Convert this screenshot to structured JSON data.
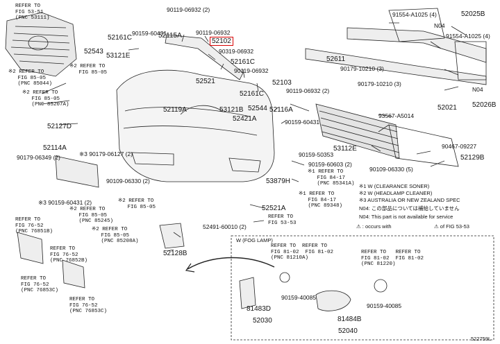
{
  "labels": [
    {
      "id": "p90119_top",
      "text": "90119-06932 (2)"
    },
    {
      "id": "p91554",
      "text": "91554-A1025 (4)"
    },
    {
      "id": "p52025B",
      "text": "52025B"
    },
    {
      "id": "pN04a",
      "text": "N04"
    },
    {
      "id": "p91554b",
      "text": "91554-A1025 (4)"
    },
    {
      "id": "p90159a",
      "text": "90159-60431"
    },
    {
      "id": "p52161Ca",
      "text": "52161C"
    },
    {
      "id": "p52115A",
      "text": "52115A"
    },
    {
      "id": "p90119b",
      "text": "90119-06932"
    },
    {
      "id": "p52102",
      "text": "52102"
    },
    {
      "id": "p52543",
      "text": "52543"
    },
    {
      "id": "p53121E",
      "text": "53121E"
    },
    {
      "id": "p90319",
      "text": "90319-06932"
    },
    {
      "id": "p52611",
      "text": "52611"
    },
    {
      "id": "p52161Cb",
      "text": "52161C"
    },
    {
      "id": "p90179a",
      "text": "90179-10210 (3)"
    },
    {
      "id": "p90119c",
      "text": "90119-06932"
    },
    {
      "id": "pN04b",
      "text": "N04"
    },
    {
      "id": "p52103",
      "text": "52103"
    },
    {
      "id": "p90179b",
      "text": "90179-10210 (3)"
    },
    {
      "id": "p52026B",
      "text": "52026B"
    },
    {
      "id": "p52521",
      "text": "52521"
    },
    {
      "id": "p52161Cc",
      "text": "52161C"
    },
    {
      "id": "p90119d",
      "text": "90119-06932 (2)"
    },
    {
      "id": "p52021",
      "text": "52021"
    },
    {
      "id": "p52119A",
      "text": "52119A"
    },
    {
      "id": "p53121B",
      "text": "53121B"
    },
    {
      "id": "p52544",
      "text": "52544"
    },
    {
      "id": "p52116A",
      "text": "52116A"
    },
    {
      "id": "p52421A",
      "text": "52421A"
    },
    {
      "id": "p93567",
      "text": "93567-A5014"
    },
    {
      "id": "p52127D",
      "text": "52127D"
    },
    {
      "id": "p90159b",
      "text": "90159-60431"
    },
    {
      "id": "p53112E",
      "text": "53112E"
    },
    {
      "id": "p90467",
      "text": "90467-09227"
    },
    {
      "id": "p52114A",
      "text": "52114A"
    },
    {
      "id": "p90179c",
      "text": "90179-06349 (2)"
    },
    {
      "id": "p90179d",
      "text": "※3 90179-06127 (2)"
    },
    {
      "id": "p90159c",
      "text": "90159-50353"
    },
    {
      "id": "p52129B",
      "text": "52129B"
    },
    {
      "id": "p90109a",
      "text": "90109-06330 (2)"
    },
    {
      "id": "p90159d",
      "text": "90159-60603 (2)"
    },
    {
      "id": "p90109b",
      "text": "90109-06330 (5)"
    },
    {
      "id": "p53879H",
      "text": "53879H"
    },
    {
      "id": "p90159e",
      "text": "※3 90159-60431 (2)"
    },
    {
      "id": "p52521A",
      "text": "52521A"
    },
    {
      "id": "p52491",
      "text": "52491-60010 (2)"
    },
    {
      "id": "p52128B",
      "text": "52128B"
    },
    {
      "id": "p81483D",
      "text": "81483D"
    },
    {
      "id": "p52030",
      "text": "52030"
    },
    {
      "id": "p90159f",
      "text": "90159-40085"
    },
    {
      "id": "p90159g",
      "text": "90159-40085"
    },
    {
      "id": "p81484B",
      "text": "81484B"
    },
    {
      "id": "p52040",
      "text": "52040"
    }
  ],
  "refs": [
    {
      "id": "r1",
      "text": "REFER TO\nFIG 53-51\n(PNC 53111)"
    },
    {
      "id": "r2",
      "text": "※2 REFER TO\n   FIG 85-05\n   (PNC 85044)"
    },
    {
      "id": "r3",
      "text": "※2 REFER TO\n   FIG 85-05"
    },
    {
      "id": "r4",
      "text": "※2 REFER TO\n   FIG 85-05\n   (PNC 85207A)"
    },
    {
      "id": "r5",
      "text": "※2 REFER TO\n   FIG 85-05\n   (PNC 85245)"
    },
    {
      "id": "r6",
      "text": "※2 REFER TO\n   FIG 85-05"
    },
    {
      "id": "r7",
      "text": "※2 REFER TO\n   FIG 85-05\n   (PNC 85208A)"
    },
    {
      "id": "r8",
      "text": "REFER TO\nFIG 76-52\n(PNC 76851B)"
    },
    {
      "id": "r9",
      "text": "REFER TO\nFIG 76-52\n(PNC 76852B)"
    },
    {
      "id": "r10",
      "text": "REFER TO\nFIG 76-52\n(PNC 76853C)"
    },
    {
      "id": "r11",
      "text": "REFER TO\nFIG 76-52\n(PNC 76853C)"
    },
    {
      "id": "r12",
      "text": "※1 REFER TO\n   FIG 84-17\n   (PNC 85341A)"
    },
    {
      "id": "r13",
      "text": "※1 REFER TO\n   FIG 84-17\n   (PNC 89348)"
    },
    {
      "id": "r14",
      "text": "REFER TO\nFIG 53-53"
    },
    {
      "id": "r15",
      "text": "REFER TO  REFER TO\nFIG 81-02  FIG 81-02\n(PNC 81210A)"
    },
    {
      "id": "r16",
      "text": "REFER TO   REFER TO\nFIG 81-02  FIG 81-02\n(PNC 81220)"
    }
  ],
  "notes": {
    "n1": "※1 W (CLEARANCE SONER)",
    "n2": "※2 W (HEADLAMP CLEANER)",
    "n3": "※3 AUSTRALIA OR NEW ZEALAND SPEC",
    "n4": "N04: この部品については補給していません",
    "n5": "N04: This part is not available for service",
    "n6a": "⚠ : occurs with",
    "n6b": "⚠ of FIG 53-53",
    "fog": "W (FOG LAMP)",
    "catalog": "522759L"
  }
}
